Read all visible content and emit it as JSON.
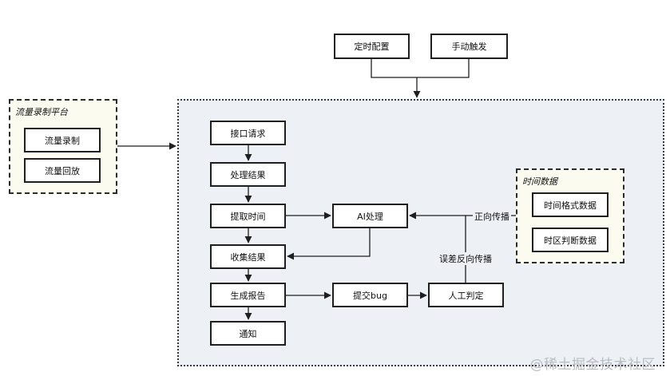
{
  "triggers": {
    "scheduled_config": "定时配置",
    "manual_trigger": "手动触发"
  },
  "recording_platform": {
    "title": "流量录制平台",
    "record": "流量录制",
    "replay": "流量回放"
  },
  "flow": {
    "api_request": "接口请求",
    "process_result": "处理结果",
    "extract_time": "提取时间",
    "collect_result": "收集结果",
    "generate_report": "生成报告",
    "notify": "通知",
    "ai_process": "AI处理",
    "submit_bug": "提交bug",
    "manual_judge": "人工判定"
  },
  "time_data": {
    "title": "时间数据",
    "time_format": "时间格式数据",
    "timezone_judge": "时区判断数据"
  },
  "edge_labels": {
    "forward_propagation": "正向传播",
    "error_backpropagation": "误差反向传播"
  },
  "watermark": "@稀土掘金技术社区",
  "colors": {
    "main_area_bg": "#edf1f6",
    "group_bg": "#fcfbef",
    "border": "#1f1f1f"
  }
}
